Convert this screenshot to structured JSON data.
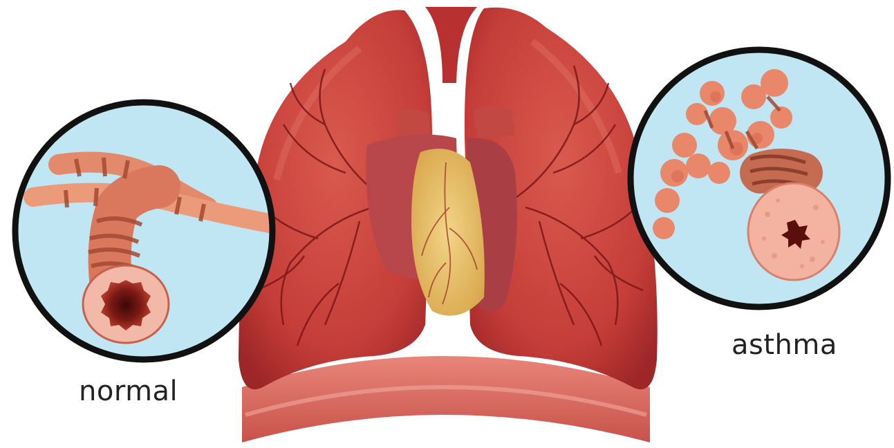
{
  "labels": {
    "normal": "normal",
    "asthma": "asthma"
  },
  "colors": {
    "background": "#ffffff",
    "inset_background": "#bfe6f2",
    "inset_border": "#111111",
    "lung": "#c9423c",
    "lung_dark": "#8e1f22",
    "heart_fat": "#e8c36a",
    "diaphragm": "#e07a6e",
    "airway": "#e98a72",
    "muscle_band": "#a04a34"
  },
  "icons": {
    "lungs": "lungs-illustration",
    "heart": "heart-illustration",
    "normal_airway": "normal-bronchus-illustration",
    "asthma_airway": "asthmatic-bronchus-illustration"
  }
}
